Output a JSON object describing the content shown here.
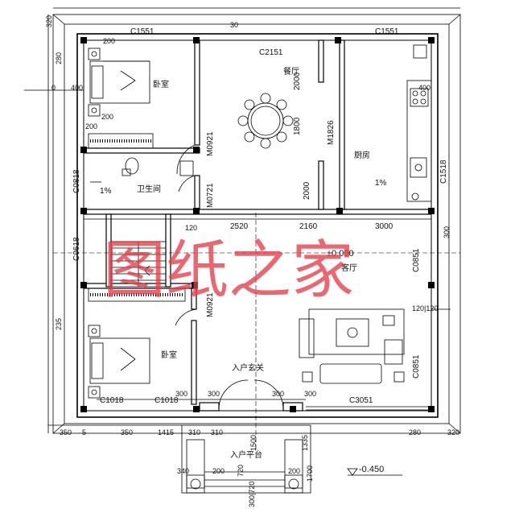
{
  "rooms": {
    "bedroom_top": "卧室",
    "bathroom": "卫生间",
    "dining": "餐厅",
    "kitchen": "厨房",
    "living": "客厅",
    "bedroom_bottom": "卧室",
    "entry_hall": "入户玄关",
    "entry_platform": "入户平台"
  },
  "windows": {
    "c1551_left": "C1551",
    "c1551_right": "C1551",
    "c2151": "C2151",
    "c0818": "C0818",
    "c1518": "C1518",
    "c0618": "C0618",
    "c0851_top": "C0851",
    "c0851_bottom": "C0851",
    "c1018_left": "C1018",
    "c1018_right": "C1018",
    "c3051": "C3051"
  },
  "doors": {
    "m0921_top": "M0921",
    "m0721": "M0721",
    "m1826": "M1826",
    "m0921_bottom": "M0921"
  },
  "dimensions": {
    "d320": "320",
    "d280_top_left": "280",
    "d200_a": "200",
    "d200_b": "200",
    "d200_c": "200",
    "d400_left": "400",
    "d0_left": "0",
    "d2000_a": "2000",
    "d1800": "1800",
    "d2000_b": "2000",
    "d400_right": "400",
    "d120": "120",
    "d2520": "2520",
    "d2160": "2160",
    "d3000": "3000",
    "d300_right": "300",
    "d235": "235",
    "d120_120": "120|120",
    "d300_a": "300",
    "d300_b": "300",
    "d300_c": "300",
    "d300_d": "300",
    "d280_bottom": "280",
    "d350_a": "350",
    "d350_b": "350",
    "d1415": "1415",
    "d310_a": "310",
    "d310_b": "310",
    "d1500": "1500",
    "d1335": "1335",
    "d720": "720",
    "d1700": "1700",
    "d340": "340",
    "d200_d": "200",
    "d200_e": "200",
    "d300_720": "300|720",
    "d320_bottom": "320",
    "d5": "5",
    "d30": "30"
  },
  "slopes": {
    "bath": "1%",
    "kitchen": "1%"
  },
  "levels": {
    "floor": "±0.000",
    "platform": "-0.450"
  },
  "watermark": "图纸之家"
}
